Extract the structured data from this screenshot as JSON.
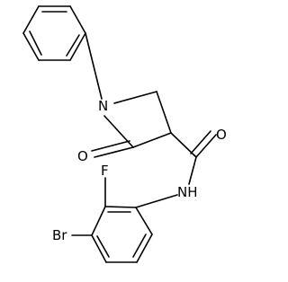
{
  "molecule": {
    "atoms": {
      "nitrogen_ring": "N",
      "oxygen_ketone": "O",
      "oxygen_amide": "O",
      "nitrogen_amide": "NH",
      "fluorine": "F",
      "bromine": "Br"
    }
  }
}
